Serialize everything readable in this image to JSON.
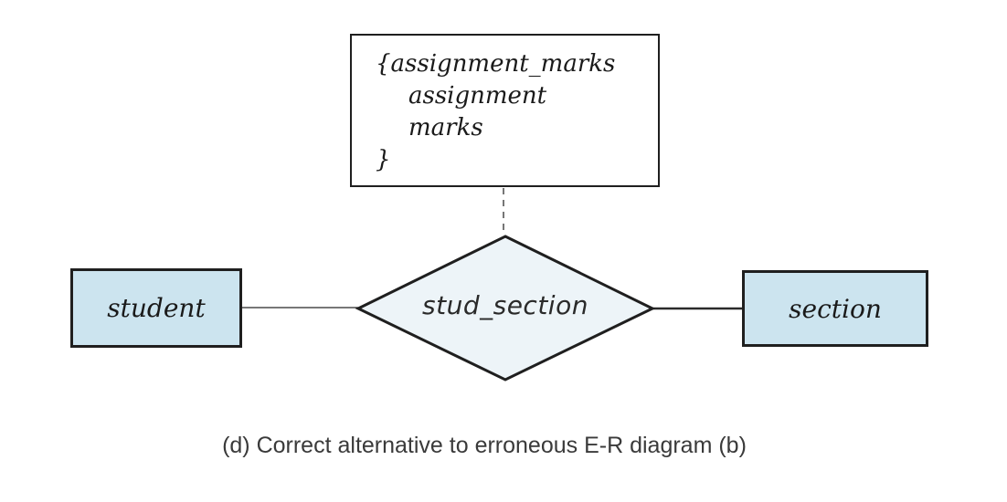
{
  "diagram": {
    "attribute_box": {
      "lines": [
        "{assignment_marks",
        "assignment",
        "marks",
        "}"
      ]
    },
    "relationship": {
      "label": "stud_section"
    },
    "entities": [
      {
        "label": "student"
      },
      {
        "label": "section"
      }
    ],
    "caption": "(d) Correct alternative to erroneous E-R diagram (b)",
    "colors": {
      "entity_fill": "#cce4ef",
      "relationship_fill": "#edf4f8",
      "border": "#1f1f1f",
      "connector": "#4a4a4a",
      "caption_text": "#3a3a3a"
    }
  }
}
